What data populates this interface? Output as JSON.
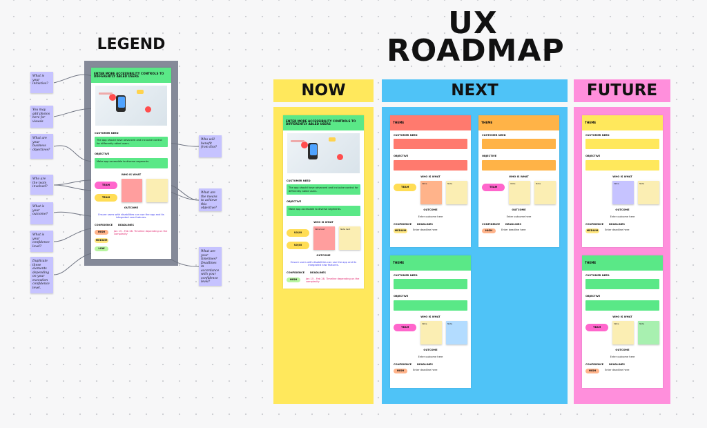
{
  "title": "UX ROADMAP",
  "legend": {
    "title": "LEGEND",
    "notes_left": [
      "What is your initiative?",
      "You may add photos here for visuals",
      "What are your business objectives?",
      "Who are the team involved?",
      "What is your outcome?",
      "What is your confidence level?",
      "Duplicate these elements depending on your execution confidence level."
    ],
    "notes_right": [
      "Who will benefit from this?",
      "What are the means to achieve this objective?",
      "What are your timelines? Deadlines in accordance with your confidence level?"
    ]
  },
  "columns": [
    {
      "label": "NOW",
      "color": "#ffe85c"
    },
    {
      "label": "NEXT",
      "color": "#4fc3f7"
    },
    {
      "label": "FUTURE",
      "color": "#ff8fdc"
    }
  ],
  "cards": [
    {
      "theme": "ENTER MORE ACCESSIBILITY CONTROLS TO DIFFERENTLY ABLED USERS",
      "head_color": "#5ae887",
      "box_color": "#5ae887",
      "image": true,
      "need_label": "CUSTOMER NEED",
      "need": "The app should have advanced and inclusive control for differently abled users.",
      "obj_label": "OBJECTIVE",
      "obj": "Make app accessible to diverse segments.",
      "who_label": "WHO IS WHAT",
      "teams": [
        {
          "t": "TEAM",
          "c": "#ff66cc"
        },
        {
          "t": "TEAM",
          "c": "#ffdd55"
        }
      ],
      "stickies": [
        {
          "t": "",
          "c": "#ff9e9e"
        },
        {
          "t": "",
          "c": "#fbeeb3"
        }
      ],
      "out_label": "OUTCOME",
      "out": "Ensure users with disabilities can use the app and its integrated new features.",
      "out_color": "#3333ee",
      "conf_label": "CONFIDENCE",
      "dead_label": "DEADLINES",
      "conf": [
        {
          "t": "HIGH",
          "c": "#ffb38a"
        },
        {
          "t": "MEDIUM",
          "c": "#ffe680"
        },
        {
          "t": "LOW",
          "c": "#b8f5a0"
        }
      ],
      "dead": "Jan 15 - Feb 28. Timeline depending on the complexity",
      "dead_color": "#e0206a"
    },
    {
      "theme": "ENTER MORE ACCESSIBILITY CONTROLS TO DIFFERENTLY ABLED USERS",
      "head_color": "#5ae887",
      "box_color": "#5ae887",
      "image": true,
      "need_label": "CUSTOMER NEED",
      "need": "The app should have advanced and inclusive control for differently abled users.",
      "obj_label": "OBJECTIVE",
      "obj": "Make app accessible to diverse segments.",
      "who_label": "WHO IS WHAT",
      "teams": [
        {
          "t": "UX/UI",
          "c": "#ffdd55"
        },
        {
          "t": "UX/UI",
          "c": "#ffdd55"
        }
      ],
      "stickies": [
        {
          "t": "Note text",
          "c": "#ff9e9e"
        },
        {
          "t": "Note text",
          "c": "#fbeeb3"
        }
      ],
      "out_label": "OUTCOME",
      "out": "Ensure users with disabilities can use the app and its integrated new features.",
      "out_color": "#3333ee",
      "conf_label": "CONFIDENCE",
      "dead_label": "DEADLINES",
      "conf": [
        {
          "t": "HIGH",
          "c": "#b8f5a0"
        }
      ],
      "dead": "Jan 15 - Feb 28. Timeline depending on the complexity",
      "dead_color": "#e0206a"
    },
    {
      "theme": "THEME",
      "head_color": "#ff7a6e",
      "box_color": "#ff7a6e",
      "image": false,
      "need_label": "CUSTOMER NEED",
      "need": "",
      "obj_label": "OBJECTIVE",
      "obj": "",
      "who_label": "WHO IS WHAT",
      "teams": [
        {
          "t": "TEAM",
          "c": "#ffdd55"
        }
      ],
      "stickies": [
        {
          "t": "Note",
          "c": "#ffb38a"
        },
        {
          "t": "Note",
          "c": "#fbeeb3"
        }
      ],
      "out_label": "OUTCOME",
      "out": "Enter outcome here",
      "out_color": "#222",
      "conf_label": "CONFIDENCE",
      "dead_label": "DEADLINES",
      "conf": [
        {
          "t": "MEDIUM",
          "c": "#ffe680"
        }
      ],
      "dead": "Enter deadline here",
      "dead_color": "#222"
    },
    {
      "theme": "THEME",
      "head_color": "#ffb347",
      "box_color": "#ffb347",
      "image": false,
      "need_label": "CUSTOMER NEED",
      "need": "",
      "obj_label": "OBJECTIVE",
      "obj": "",
      "who_label": "WHO IS WHAT",
      "teams": [
        {
          "t": "TEAM",
          "c": "#ff66cc"
        }
      ],
      "stickies": [
        {
          "t": "Note",
          "c": "#fbeeb3"
        },
        {
          "t": "Note",
          "c": "#fbeeb3"
        }
      ],
      "out_label": "OUTCOME",
      "out": "Enter outcome here",
      "out_color": "#222",
      "conf_label": "CONFIDENCE",
      "dead_label": "DEADLINES",
      "conf": [
        {
          "t": "HIGH",
          "c": "#ffb38a"
        }
      ],
      "dead": "Enter deadline here",
      "dead_color": "#222"
    },
    {
      "theme": "THEME",
      "head_color": "#5ae887",
      "box_color": "#5ae887",
      "image": false,
      "need_label": "CUSTOMER NEED",
      "need": "",
      "obj_label": "OBJECTIVE",
      "obj": "",
      "who_label": "WHO IS WHAT",
      "teams": [
        {
          "t": "TEAM",
          "c": "#ff66cc"
        }
      ],
      "stickies": [
        {
          "t": "Note",
          "c": "#fbeeb3"
        },
        {
          "t": "Note",
          "c": "#b3dcff"
        }
      ],
      "out_label": "OUTCOME",
      "out": "Enter outcome here",
      "out_color": "#222",
      "conf_label": "CONFIDENCE",
      "dead_label": "DEADLINES",
      "conf": [
        {
          "t": "HIGH",
          "c": "#ffb38a"
        }
      ],
      "dead": "Enter deadline here",
      "dead_color": "#222"
    },
    {
      "theme": "THEME",
      "head_color": "#ffe85c",
      "box_color": "#ffe85c",
      "image": false,
      "need_label": "CUSTOMER NEED",
      "need": "",
      "obj_label": "OBJECTIVE",
      "obj": "",
      "who_label": "WHO IS WHAT",
      "teams": [],
      "stickies": [
        {
          "t": "Note",
          "c": "#c6c3ff"
        },
        {
          "t": "Note",
          "c": "#fbeeb3"
        }
      ],
      "out_label": "OUTCOME",
      "out": "Enter outcome here",
      "out_color": "#222",
      "conf_label": "CONFIDENCE",
      "dead_label": "DEADLINES",
      "conf": [
        {
          "t": "MEDIUM",
          "c": "#ffe680"
        }
      ],
      "dead": "Enter deadline here",
      "dead_color": "#222"
    },
    {
      "theme": "THEME",
      "head_color": "#5ae887",
      "box_color": "#5ae887",
      "image": false,
      "need_label": "CUSTOMER NEED",
      "need": "",
      "obj_label": "OBJECTIVE",
      "obj": "",
      "who_label": "WHO IS WHAT",
      "teams": [
        {
          "t": "TEAM",
          "c": "#ff66cc"
        }
      ],
      "stickies": [
        {
          "t": "Note",
          "c": "#fbeeb3"
        },
        {
          "t": "Note",
          "c": "#a8f0b0"
        }
      ],
      "out_label": "OUTCOME",
      "out": "Enter outcome here",
      "out_color": "#222",
      "conf_label": "CONFIDENCE",
      "dead_label": "DEADLINES",
      "conf": [
        {
          "t": "HIGH",
          "c": "#ffb38a"
        }
      ],
      "dead": "Enter deadline here",
      "dead_color": "#222"
    }
  ]
}
